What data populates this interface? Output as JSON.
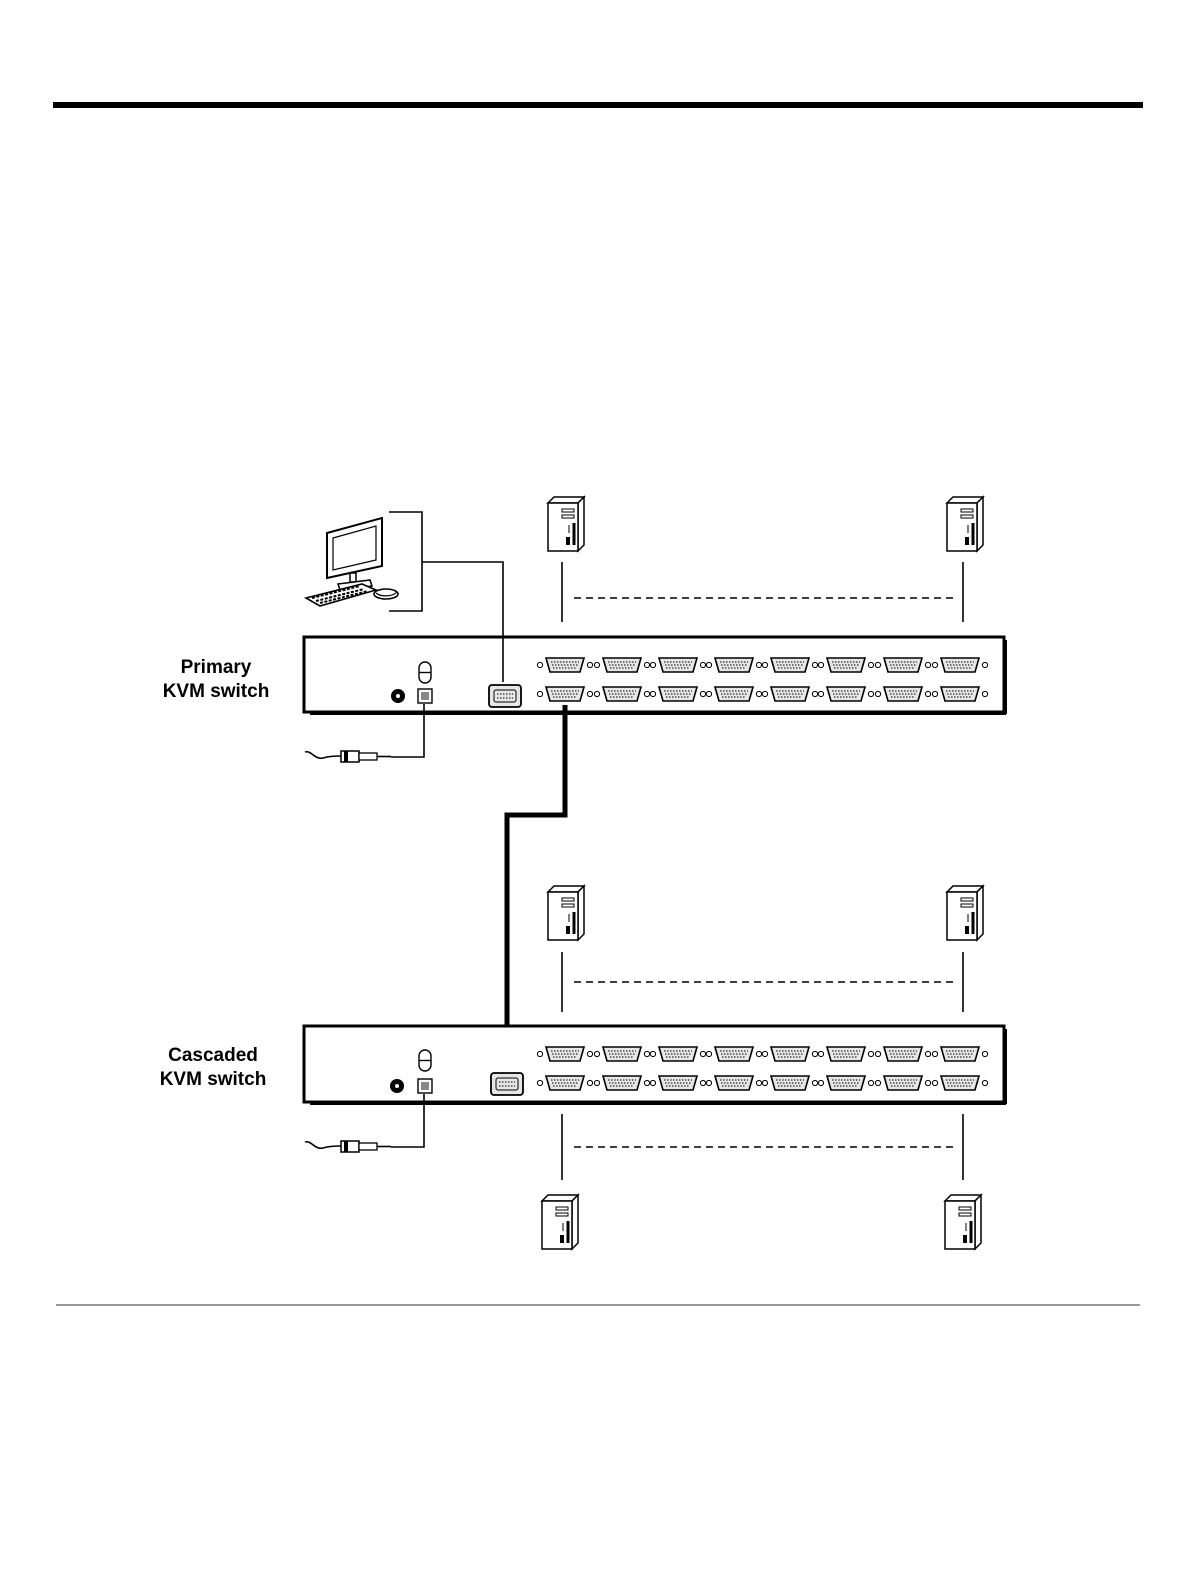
{
  "labels": {
    "primary_line1": "Primary",
    "primary_line2": "KVM switch",
    "cascaded_line1": "Cascaded",
    "cascaded_line2": "KVM switch"
  },
  "footer": {
    "text": ""
  },
  "colors": {
    "line": "#000000",
    "rule_bottom": "#9a9a9a",
    "port_fill": "#e6e6e6"
  },
  "icons": [
    "monitor-icon",
    "keyboard-icon",
    "mouse-icon",
    "computer-tower-icon",
    "power-adapter-icon"
  ]
}
